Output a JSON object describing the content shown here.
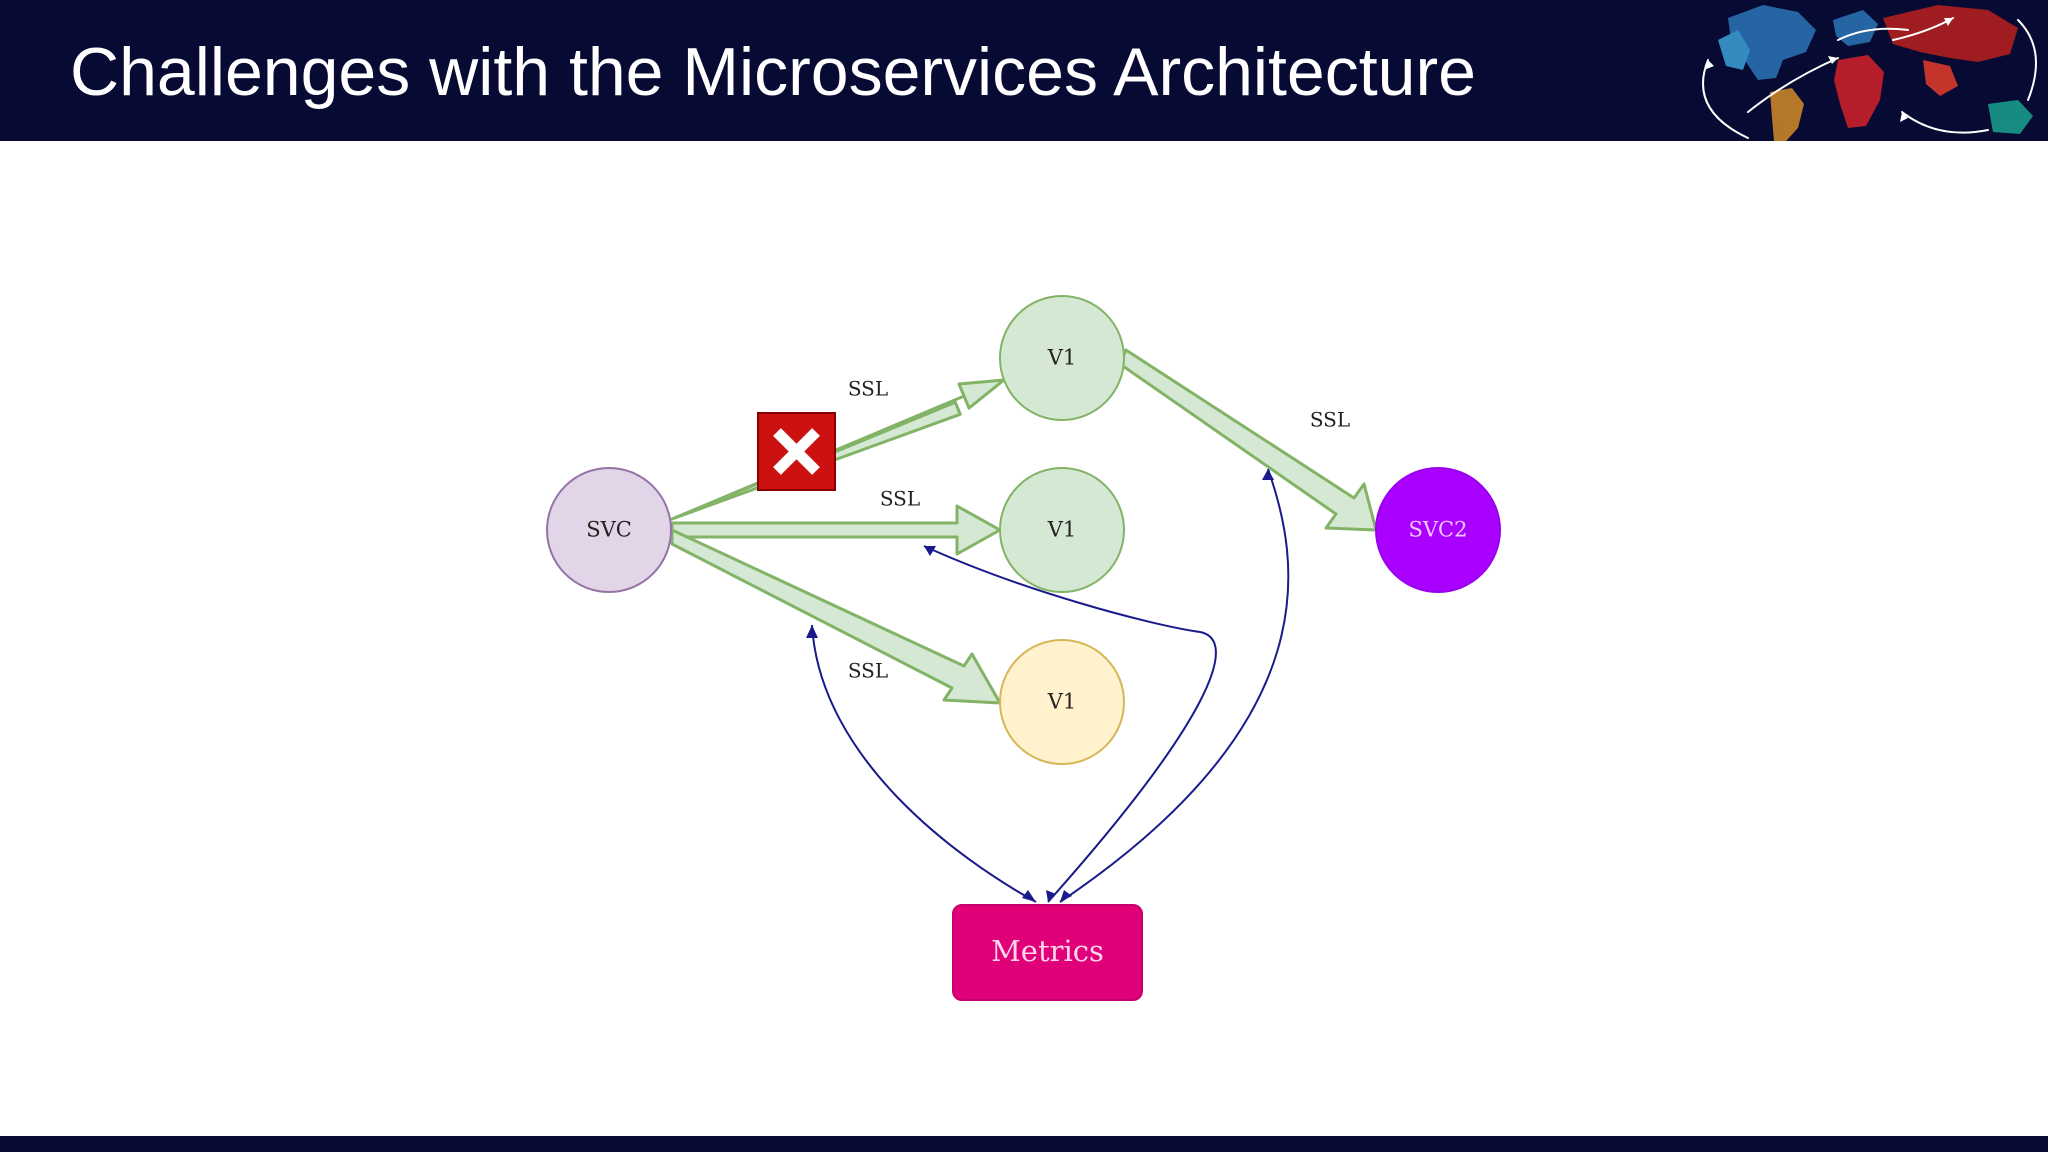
{
  "slide": {
    "title": "Challenges with the Microservices Architecture"
  },
  "colors": {
    "header_bg": "#070a33",
    "arrow_fill": "#d5e8d4",
    "arrow_stroke": "#82b366",
    "metrics_line": "#1a1a8c",
    "svc_fill": "#e1d5e7",
    "svc_stroke": "#9673a6",
    "v1_green_fill": "#d5e8d4",
    "v1_green_stroke": "#82b366",
    "v1_yellow_fill": "#fff2cc",
    "v1_yellow_stroke": "#d6b656",
    "svc2_fill": "#aa00ff",
    "metrics_fill": "#e0007a",
    "blocked_fill": "#cc1111"
  },
  "diagram": {
    "nodes": {
      "svc": {
        "label": "SVC"
      },
      "v1_top": {
        "label": "V1"
      },
      "v1_middle": {
        "label": "V1"
      },
      "v1_bottom": {
        "label": "V1"
      },
      "svc2": {
        "label": "SVC2"
      },
      "metrics": {
        "label": "Metrics"
      }
    },
    "edge_labels": {
      "svc_to_v1_top": "SSL",
      "svc_to_v1_middle": "SSL",
      "svc_to_v1_bottom": "SSL",
      "v1_top_to_svc2": "SSL"
    },
    "blocked_icon": "close-x-icon"
  }
}
